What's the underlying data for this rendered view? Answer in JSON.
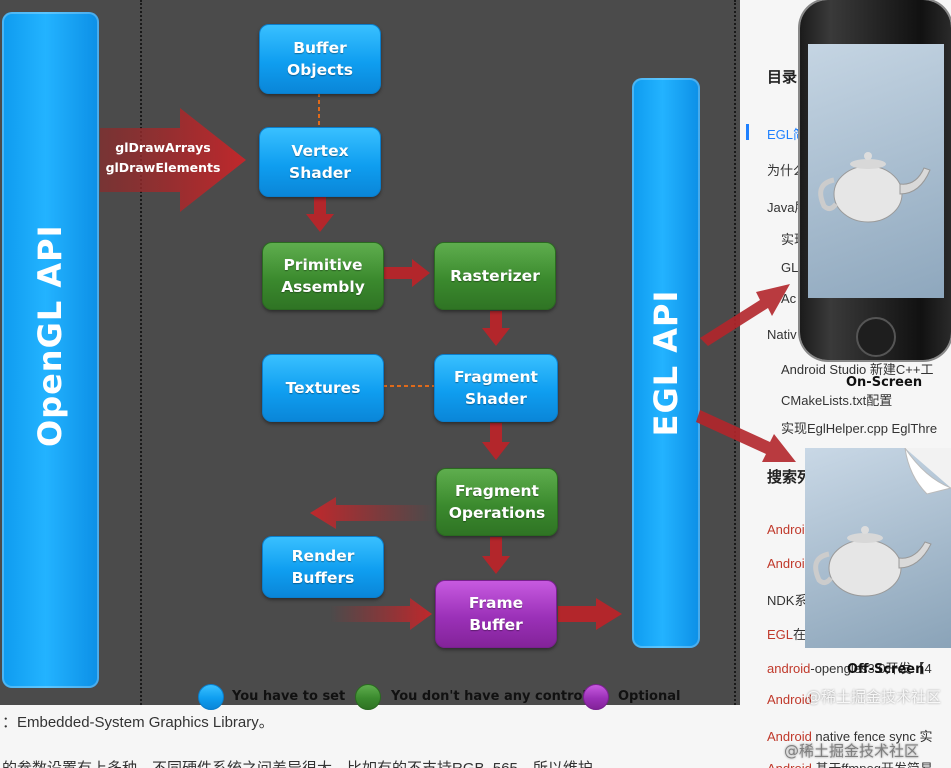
{
  "diagram": {
    "opengl_api_label": "OpenGL API",
    "egl_api_label": "EGL API",
    "draw_calls": [
      "glDrawArrays",
      "glDrawElements"
    ],
    "boxes": {
      "buffer_objects": "Buffer\nObjects",
      "vertex_shader": "Vertex\nShader",
      "primitive_assembly": "Primitive\nAssembly",
      "rasterizer": "Rasterizer",
      "textures": "Textures",
      "fragment_shader": "Fragment\nShader",
      "fragment_operations": "Fragment\nOperations",
      "render_buffers": "Render\nBuffers",
      "frame_buffer": "Frame\nBuffer"
    },
    "legend": {
      "blue": "You have to set",
      "green": "You don't have any control",
      "purple": "Optional"
    },
    "targets": {
      "on_screen": "On-Screen",
      "off_screen": "Off-Screen"
    },
    "colors": {
      "blue": "#1aa8f5",
      "green": "#3b8a2e",
      "purple": "#9b31b8",
      "arrow": "#b3262b"
    }
  },
  "article": {
    "line1": "：Embedded-System Graphics Library。",
    "line2": "的参数设置有上多种，不同硬件系统之间差异很大，比如有的不支持RGB_565，所以维护"
  },
  "sidebar": {
    "toc_title": "目录",
    "toc_items": [
      {
        "label": "EGL简",
        "active": true
      },
      {
        "label": "为什么"
      },
      {
        "label": "Java层"
      },
      {
        "label": "实现"
      },
      {
        "label": "GL"
      },
      {
        "label": "Ac"
      },
      {
        "label": "Nativ"
      },
      {
        "label": "Android Studio 新建C++工"
      },
      {
        "label": "CMakeLists.txt配置"
      },
      {
        "label": "实现EglHelper.cpp EglThre"
      }
    ],
    "search_title": "搜索列",
    "search_items": [
      {
        "prefix": "Android",
        "rest": ""
      },
      {
        "prefix": "Android",
        "rest": ""
      },
      {
        "prefix": "",
        "rest": "NDK系"
      },
      {
        "prefix": "EGL",
        "rest": "在"
      },
      {
        "prefix": "android",
        "rest": "-opengles3.0开发【4"
      },
      {
        "prefix": "Android",
        "rest": ""
      },
      {
        "prefix": "Android",
        "rest": " native fence sync 实"
      },
      {
        "prefix": "Android",
        "rest": " 基于ffmpeg开发简易"
      }
    ]
  },
  "watermark": "@稀土掘金技术社区"
}
